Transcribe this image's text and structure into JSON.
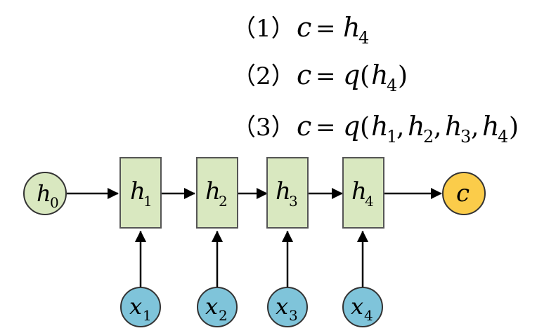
{
  "formulas": [
    {
      "number": "（1）",
      "lhs": "c",
      "eq": "=",
      "rhs_main": "h",
      "rhs_sub": "4",
      "rhs_rest": ""
    },
    {
      "number": "（2）",
      "lhs": "c",
      "eq": "=",
      "func": "q",
      "open": "(",
      "arg": "h",
      "arg_sub": "4",
      "close": ")"
    },
    {
      "number": "（3）",
      "lhs": "c",
      "eq": "=",
      "func": "q",
      "open": "(",
      "args": [
        {
          "main": "h",
          "sub": "1"
        },
        {
          "main": "h",
          "sub": "2"
        },
        {
          "main": "h",
          "sub": "3"
        },
        {
          "main": "h",
          "sub": "4"
        }
      ],
      "sep": ",",
      "close": ")"
    }
  ],
  "initial_state": {
    "main": "h",
    "sub": "0",
    "fill": "#d9e8c0",
    "stroke": "#333333"
  },
  "hidden_states": [
    {
      "main": "h",
      "sub": "1"
    },
    {
      "main": "h",
      "sub": "2"
    },
    {
      "main": "h",
      "sub": "3"
    },
    {
      "main": "h",
      "sub": "4"
    }
  ],
  "inputs": [
    {
      "main": "x",
      "sub": "1"
    },
    {
      "main": "x",
      "sub": "2"
    },
    {
      "main": "x",
      "sub": "3"
    },
    {
      "main": "x",
      "sub": "4"
    }
  ],
  "output": {
    "main": "c",
    "fill": "#fbcc4a",
    "stroke": "#333333"
  },
  "colors": {
    "hidden_fill": "#d9e8c0",
    "hidden_stroke": "#555555",
    "input_fill": "#7fc4da",
    "input_stroke": "#333333",
    "arrow": "#000000"
  }
}
